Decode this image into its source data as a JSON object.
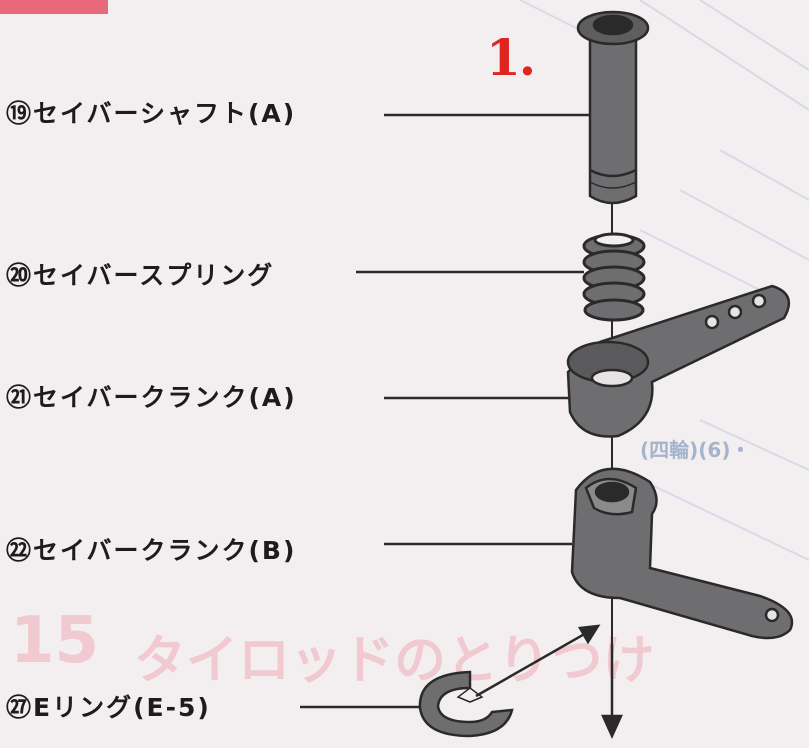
{
  "step_number": "1.",
  "parts": [
    {
      "label": "⑲セイバーシャフト(A)"
    },
    {
      "label": "⑳セイバースプリング"
    },
    {
      "label": "㉑セイバークランク(A)"
    },
    {
      "label": "㉒セイバークランク(B)"
    },
    {
      "label": "㉗Eリング(E-5)"
    }
  ],
  "background": {
    "faint_note": "(四輪)(6)・",
    "faint_section_number": "15",
    "faint_section_title": "タイロッドのとりつけ"
  },
  "colors": {
    "part_gray": "#6e6e70",
    "part_outline": "#2a2a2a",
    "step_red": "#e0241f",
    "paper": "#f3eff0"
  }
}
